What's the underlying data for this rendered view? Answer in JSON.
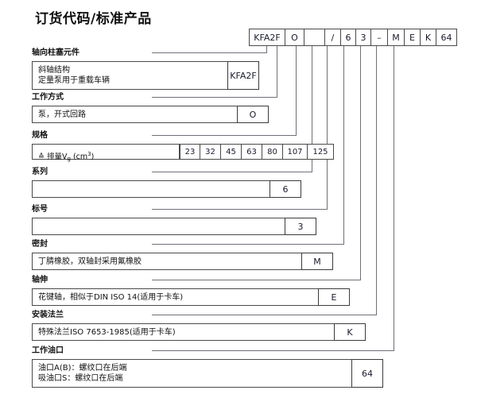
{
  "title": "订货代码/标准产品",
  "order_code": {
    "cells": [
      {
        "text": "KFA2F",
        "width": 45
      },
      {
        "text": "O",
        "width": 24
      },
      {
        "text": "",
        "width": 26
      },
      {
        "text": "/",
        "width": 20
      },
      {
        "text": "6",
        "width": 19
      },
      {
        "text": "3",
        "width": 19
      },
      {
        "text": "–",
        "width": 21
      },
      {
        "text": "M",
        "width": 21
      },
      {
        "text": "E",
        "width": 20
      },
      {
        "text": "K",
        "width": 20
      },
      {
        "text": "64",
        "width": 25
      }
    ]
  },
  "sections": [
    {
      "header": "轴向柱塞元件",
      "desc": "斜轴结构\n定量泵用于重载车辆",
      "code": "KFA2F"
    },
    {
      "header": "工作方式",
      "desc": "泵，开式回路",
      "code": "O"
    },
    {
      "header": "规格",
      "desc": "≙ 排量V",
      "desc_sub": "g",
      "desc_tail": " (cm",
      "desc_sup": "3",
      "desc_end": ")",
      "sizes": [
        "23",
        "32",
        "45",
        "63",
        "80",
        "107",
        "125"
      ]
    },
    {
      "header": "系列",
      "desc": "",
      "code": "6"
    },
    {
      "header": "标号",
      "desc": "",
      "code": "3"
    },
    {
      "header": "密封",
      "desc": "丁腈橡胶，双轴封采用氟橡胶",
      "code": "M"
    },
    {
      "header": "轴伸",
      "desc": "花键轴，相似于DIN ISO 14(适用于卡车)",
      "code": "E"
    },
    {
      "header": "安装法兰",
      "desc": "特殊法兰ISO 7653-1985(适用于卡车)",
      "code": "K"
    },
    {
      "header": "工作油口",
      "desc": "油口A(B)：螺纹口在后端\n吸油口S：螺纹口在后端",
      "code": "64"
    }
  ],
  "colors": {
    "line": "#6f6f7a",
    "box_border": "#4a4a4a",
    "text": "#111111",
    "code_text": "#1a1a2e"
  }
}
